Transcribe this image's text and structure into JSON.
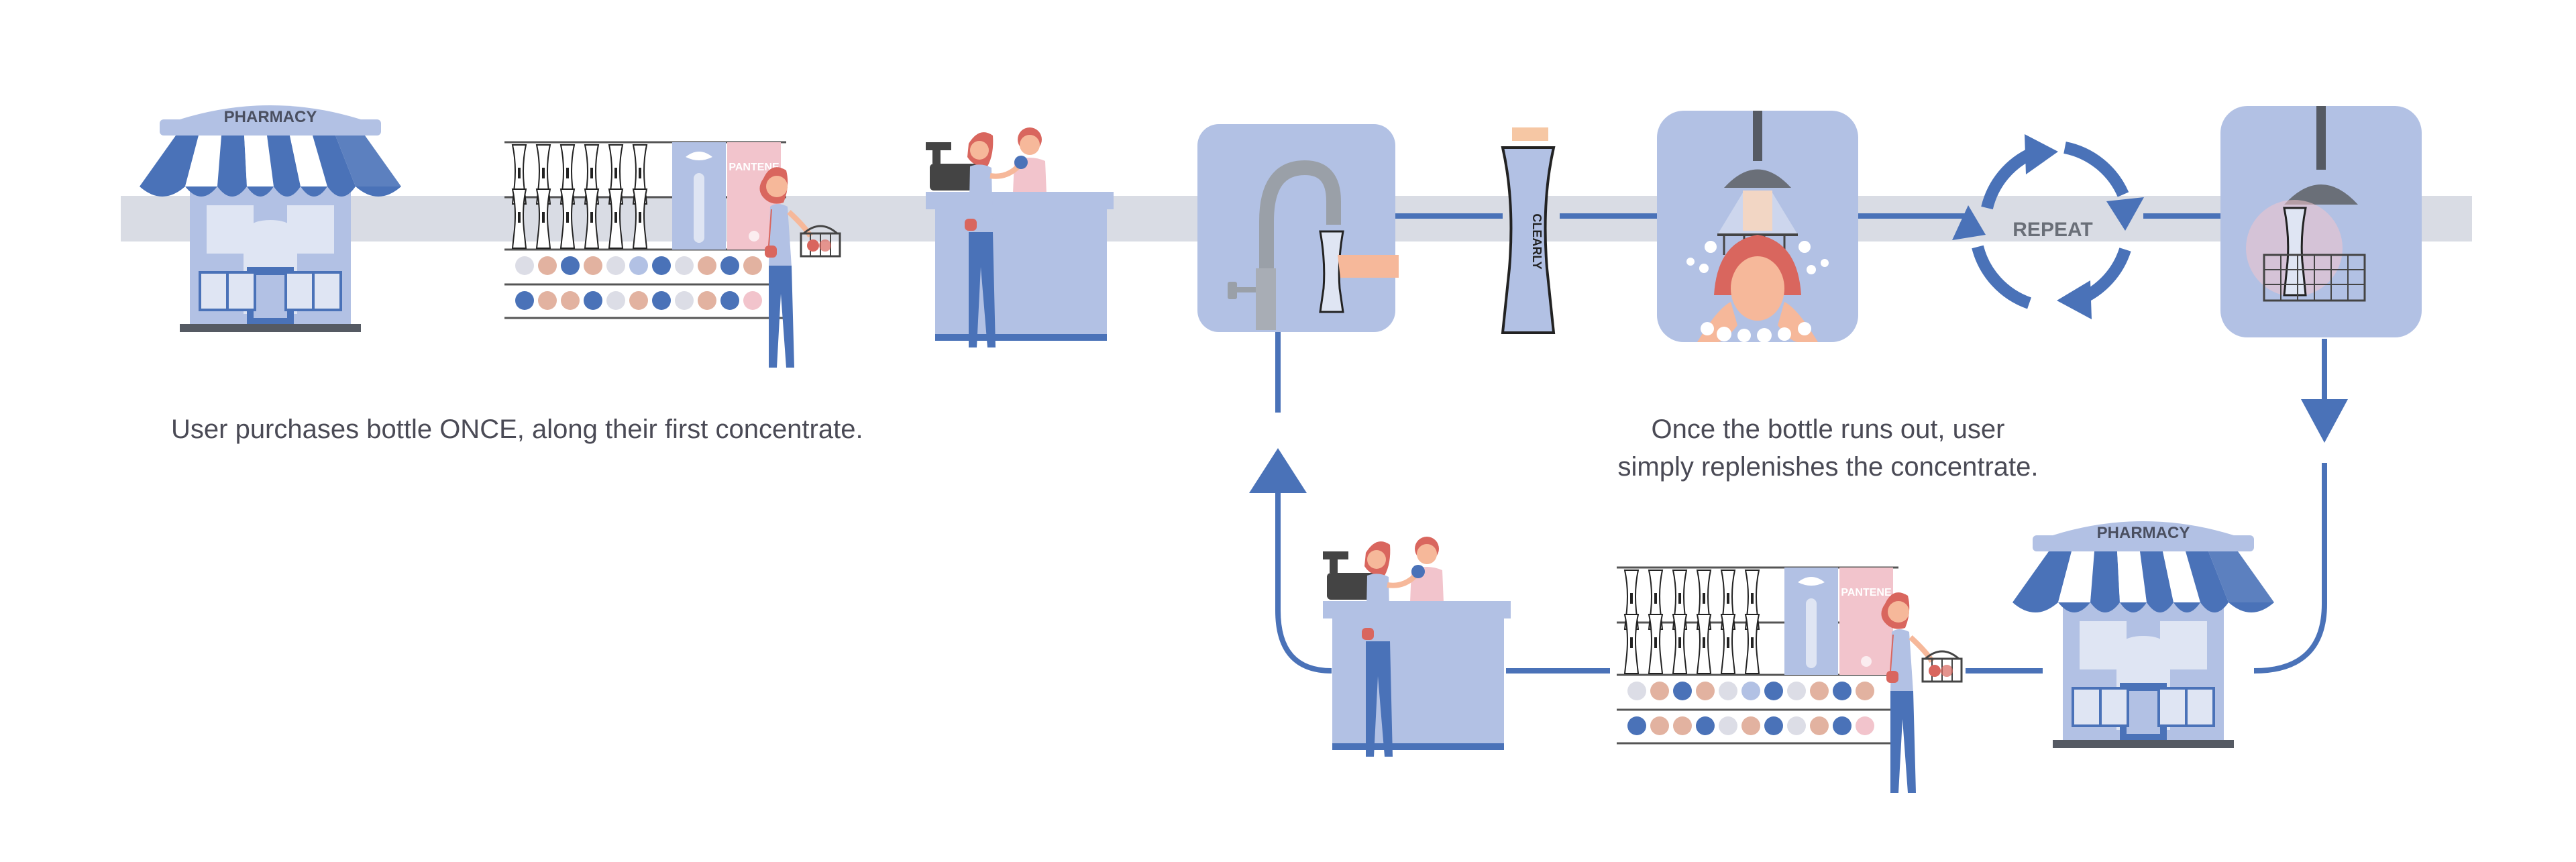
{
  "captions": {
    "purchase": "User purchases bottle ONCE, along their first concentrate.",
    "replenish_line1": "Once the bottle runs out, user",
    "replenish_line2": "simply replenishes the concentrate."
  },
  "labels": {
    "store_sign": "PHARMACY",
    "shelf_brand": "PANTENE",
    "bottle_brand": "CLEARLY",
    "cycle": "REPEAT"
  },
  "colors": {
    "primary_blue": "#4a72b8",
    "light_blue": "#b2c1e4",
    "band_gray": "#d9dce4",
    "skin": "#f6b89a",
    "hair": "#d9665e",
    "pink": "#f2c4cc"
  },
  "icons": [
    "store-icon",
    "shelf-icon",
    "checkout-icon",
    "faucet-icon",
    "bottle-icon",
    "shower-icon",
    "repeat-cycle-icon",
    "down-arrow-icon",
    "up-arrow-icon"
  ]
}
